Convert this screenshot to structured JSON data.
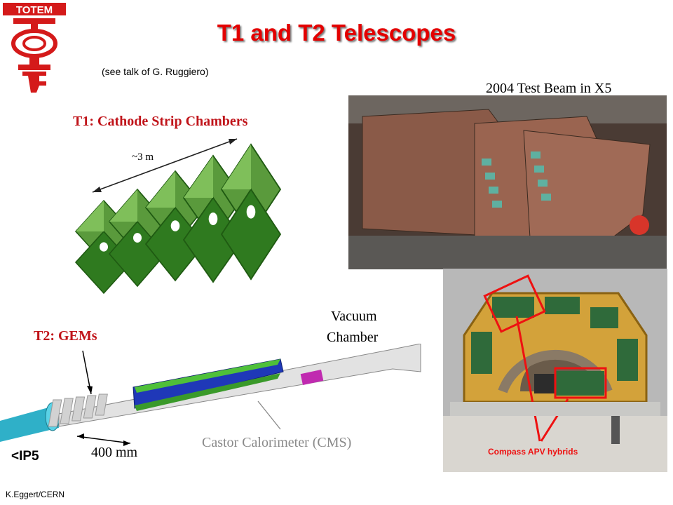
{
  "logo": {
    "text": "TOTEM"
  },
  "title": "T1 and T2 Telescopes",
  "subtitle": "(see talk of G. Ruggiero)",
  "t1": {
    "label": "T1: Cathode Strip Chambers",
    "dimension": "~3 m"
  },
  "test_beam": {
    "caption": "2004 Test Beam in X5"
  },
  "t2": {
    "label": "T2: GEMs",
    "dimension": "400 mm"
  },
  "vacuum": {
    "line1": "Vacuum",
    "line2": "Chamber"
  },
  "castor": {
    "label": "Castor Calorimeter (CMS)"
  },
  "ip5": {
    "label": "<IP5"
  },
  "compass": {
    "label": "Compass APV hybrids"
  },
  "credit": {
    "text": "K.Eggert/CERN"
  }
}
